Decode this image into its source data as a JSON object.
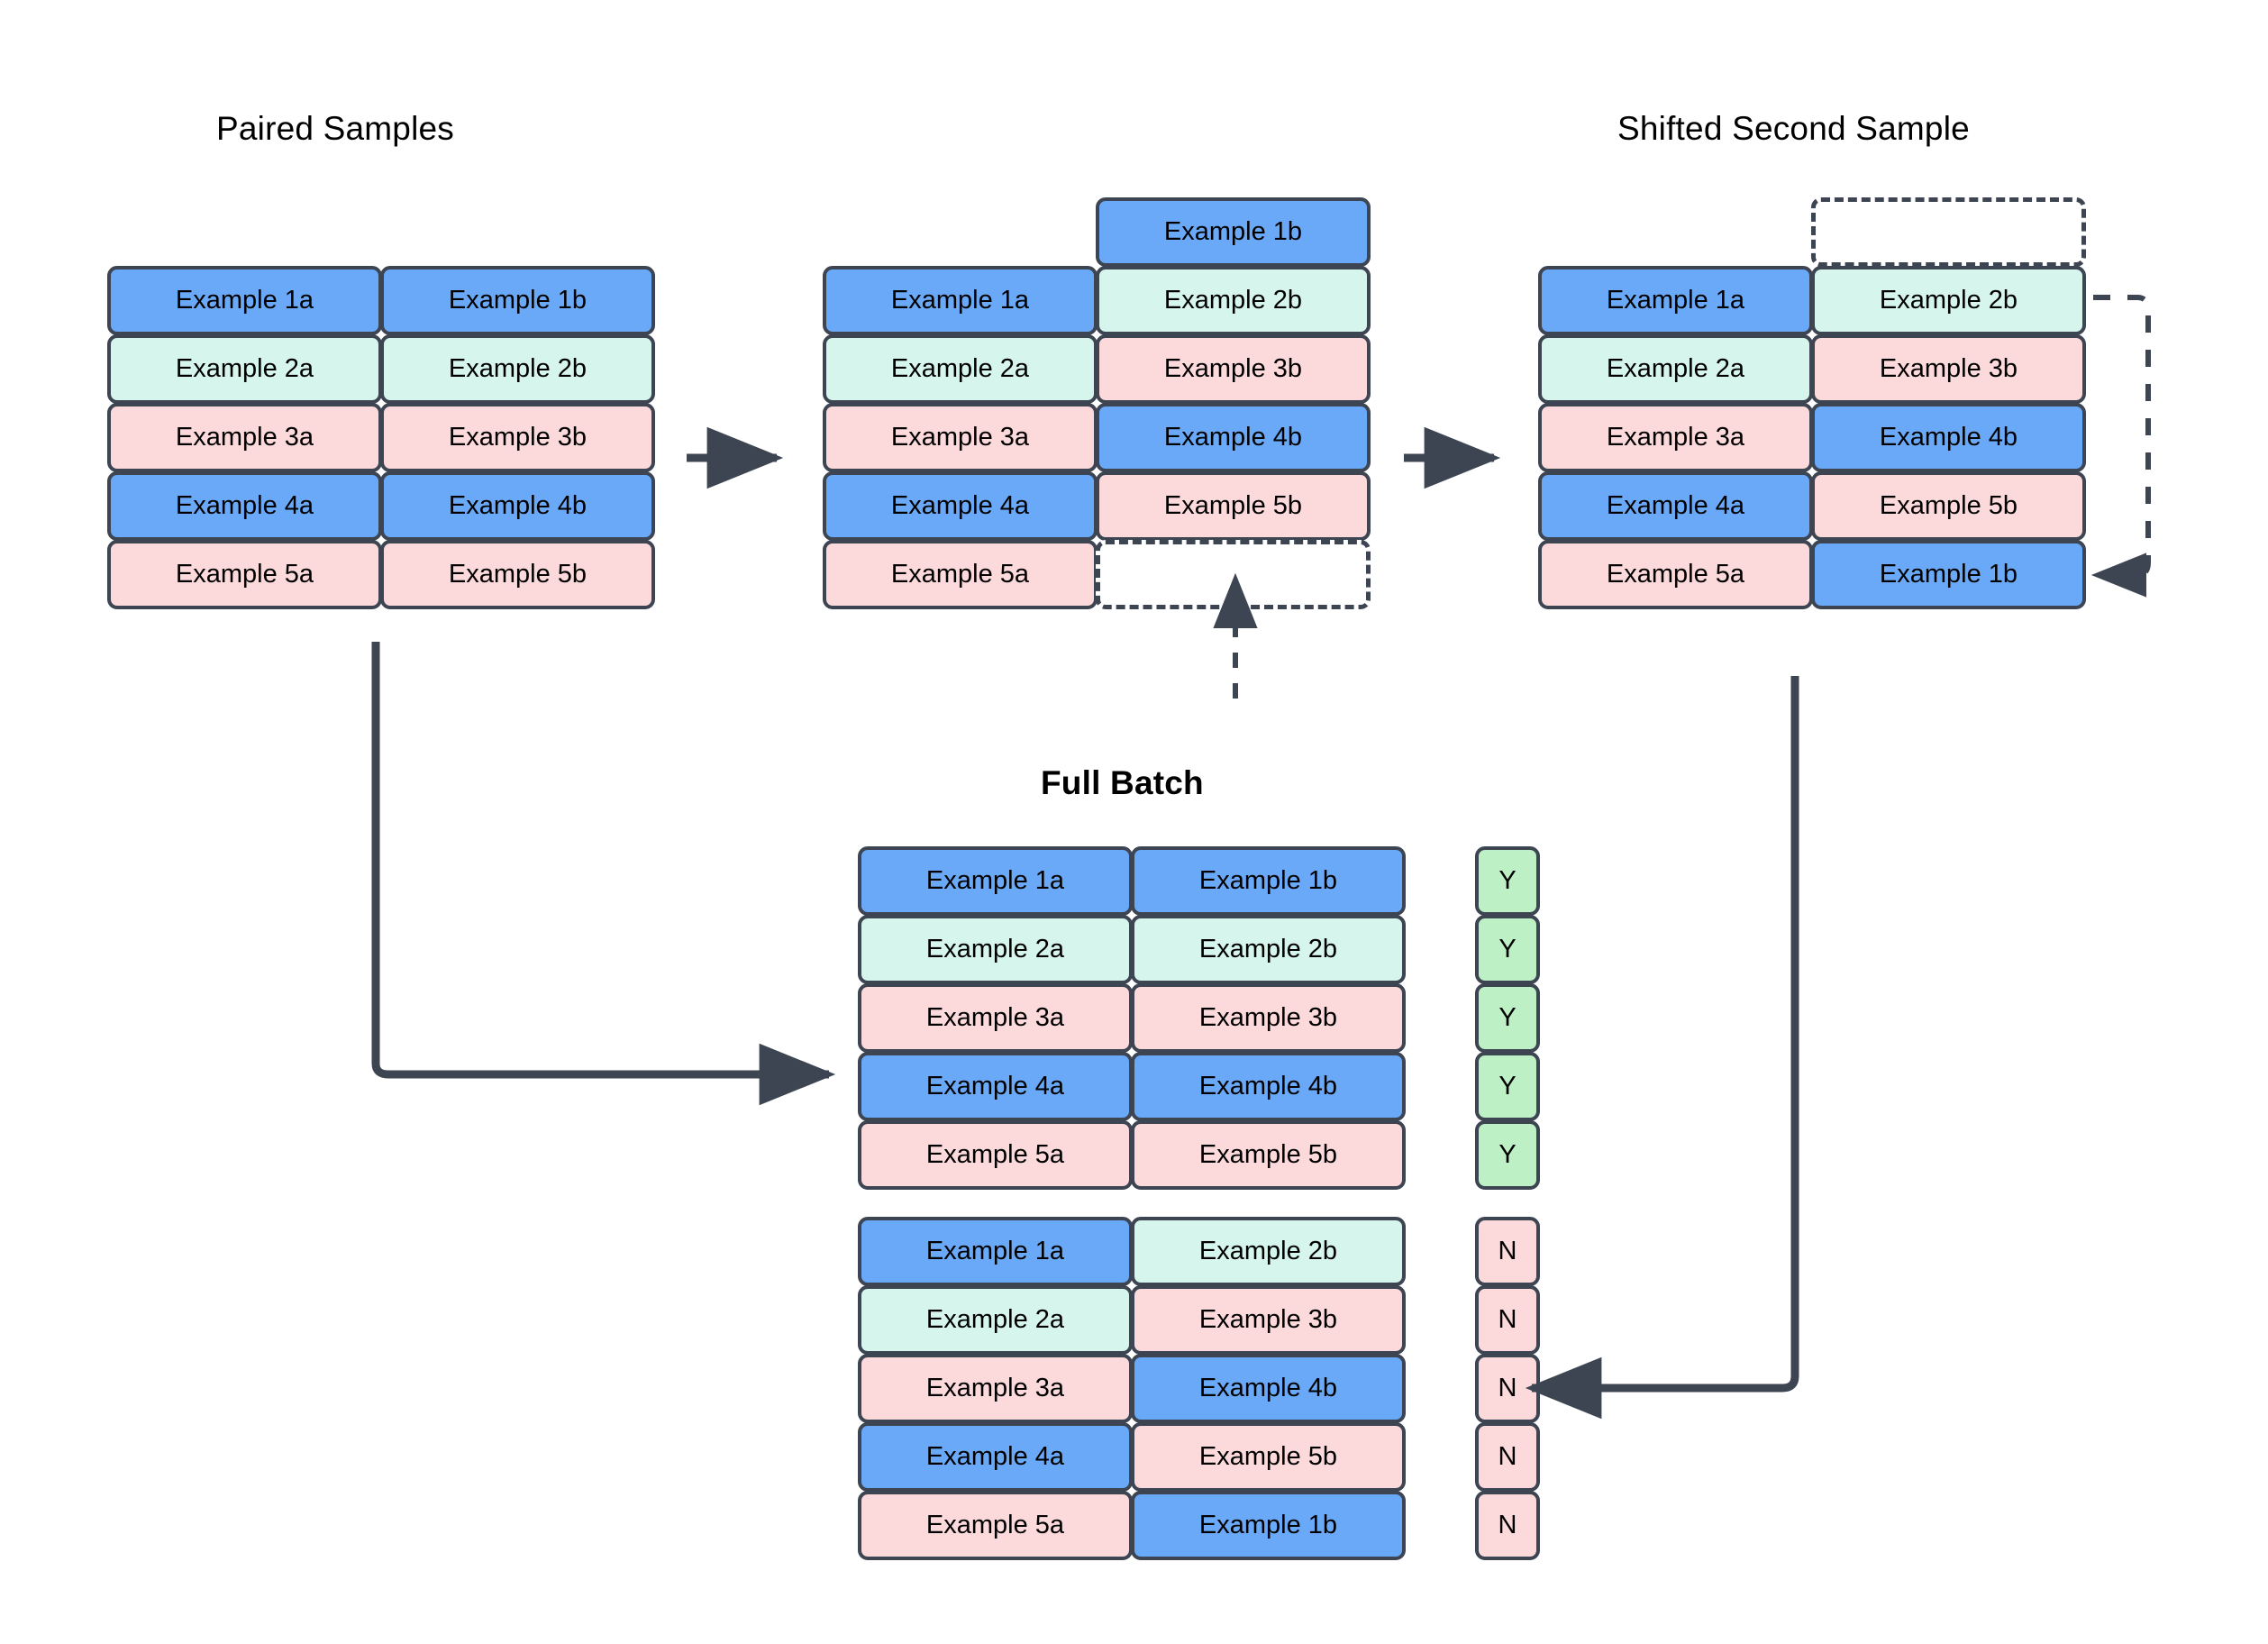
{
  "titles": {
    "paired": "Paired Samples",
    "shifted": "Shifted Second Sample",
    "full_batch": "Full Batch"
  },
  "labels": {
    "a1": "Example 1a",
    "a2": "Example 2a",
    "a3": "Example 3a",
    "a4": "Example 4a",
    "a5": "Example 5a",
    "b1": "Example 1b",
    "b2": "Example 2b",
    "b3": "Example 3b",
    "b4": "Example 4b",
    "b5": "Example 5b",
    "yes": "Y",
    "no": "N",
    "blank": ""
  },
  "colors": {
    "blue": "#6aa9f7",
    "mint": "#d6f5ec",
    "pink": "#fcd9db",
    "green": "#bdf0c4",
    "rose": "#fcd9db",
    "stroke": "#3d4552",
    "background": "#ffffff"
  },
  "tables": {
    "paired_samples": {
      "title": "Paired Samples",
      "column_a": [
        "Example 1a",
        "Example 2a",
        "Example 3a",
        "Example 4a",
        "Example 5a"
      ],
      "column_b": [
        "Example 1b",
        "Example 2b",
        "Example 3b",
        "Example 4b",
        "Example 5b"
      ],
      "row_colors": [
        "blue",
        "mint",
        "pink",
        "blue",
        "pink"
      ]
    },
    "shifting": {
      "title": "",
      "column_a": [
        "Example 1a",
        "Example 2a",
        "Example 3a",
        "Example 4a",
        "Example 5a"
      ],
      "column_a_colors": [
        "blue",
        "mint",
        "pink",
        "blue",
        "pink"
      ],
      "floating_cell": {
        "label": "Example 1b",
        "color": "blue"
      },
      "column_b": [
        "Example 2b",
        "Example 3b",
        "Example 4b",
        "Example 5b",
        ""
      ],
      "column_b_colors": [
        "mint",
        "pink",
        "blue",
        "pink",
        "empty"
      ]
    },
    "shifted_second_sample": {
      "title": "Shifted Second Sample",
      "column_a": [
        "Example 1a",
        "Example 2a",
        "Example 3a",
        "Example 4a",
        "Example 5a"
      ],
      "column_a_colors": [
        "blue",
        "mint",
        "pink",
        "blue",
        "pink"
      ],
      "floating_cell": {
        "label": "",
        "color": "empty"
      },
      "column_b": [
        "Example 2b",
        "Example 3b",
        "Example 4b",
        "Example 5b",
        "Example 1b"
      ],
      "column_b_colors": [
        "mint",
        "pink",
        "blue",
        "pink",
        "blue"
      ]
    },
    "full_batch": {
      "title": "Full Batch",
      "positive_block": {
        "column_a": [
          "Example 1a",
          "Example 2a",
          "Example 3a",
          "Example 4a",
          "Example 5a"
        ],
        "column_b": [
          "Example 1b",
          "Example 2b",
          "Example 3b",
          "Example 4b",
          "Example 5b"
        ],
        "row_colors": [
          "blue",
          "mint",
          "pink",
          "blue",
          "pink"
        ],
        "tags": [
          "Y",
          "Y",
          "Y",
          "Y",
          "Y"
        ],
        "tag_color": "green"
      },
      "negative_block": {
        "column_a": [
          "Example 1a",
          "Example 2a",
          "Example 3a",
          "Example 4a",
          "Example 5a"
        ],
        "column_a_colors": [
          "blue",
          "mint",
          "pink",
          "blue",
          "pink"
        ],
        "column_b": [
          "Example 2b",
          "Example 3b",
          "Example 4b",
          "Example 5b",
          "Example 1b"
        ],
        "column_b_colors": [
          "mint",
          "pink",
          "blue",
          "pink",
          "blue"
        ],
        "tags": [
          "N",
          "N",
          "N",
          "N",
          "N"
        ],
        "tag_color": "rose"
      }
    }
  },
  "arrows": [
    {
      "name": "paired-to-shifting",
      "style": "solid",
      "direction": "right"
    },
    {
      "name": "shifting-to-shifted",
      "style": "solid",
      "direction": "right"
    },
    {
      "name": "wraparound-into-empty-slot",
      "style": "dashed",
      "direction": "up"
    },
    {
      "name": "wraparound-to-last-row",
      "style": "dashed",
      "direction": "left"
    },
    {
      "name": "paired-to-full-batch-positives",
      "style": "solid",
      "direction": "right"
    },
    {
      "name": "shifted-to-full-batch-negatives",
      "style": "solid",
      "direction": "left"
    }
  ]
}
